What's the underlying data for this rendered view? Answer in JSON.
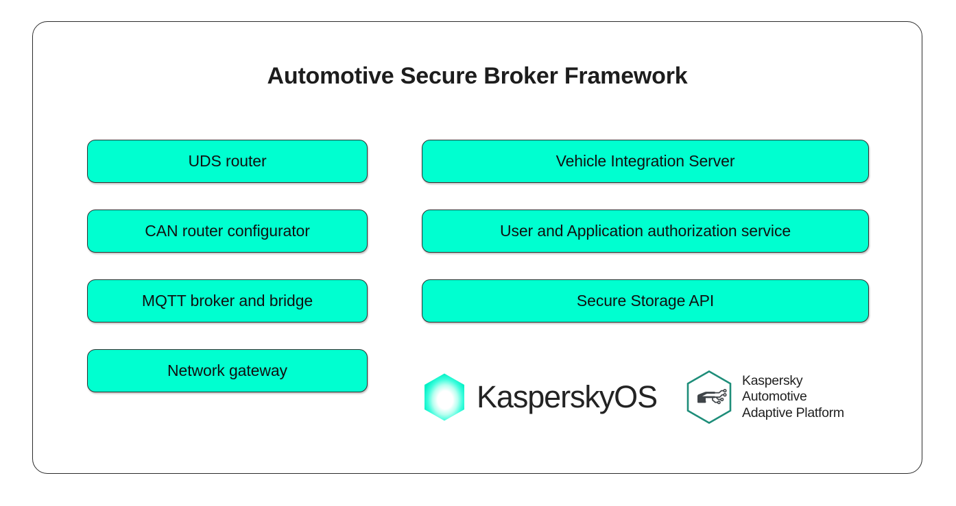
{
  "diagram": {
    "title": "Automotive Secure Broker Framework",
    "frame_border_color": "#2a2a2a",
    "box_fill_color": "#00FFD0",
    "box_border_color": "#2f2f2f",
    "text_color": "#101010"
  },
  "left_column": {
    "items": [
      {
        "label": "UDS router"
      },
      {
        "label": "CAN router configurator"
      },
      {
        "label": "MQTT broker and bridge"
      },
      {
        "label": "Network gateway"
      }
    ]
  },
  "right_column": {
    "items": [
      {
        "label": "Vehicle Integration Server"
      },
      {
        "label": "User and Application authorization service"
      },
      {
        "label": "Secure Storage API"
      }
    ]
  },
  "logos": {
    "kasperskyos": {
      "wordmark": "KasperskyOS",
      "icon": "hexagon-glow-icon",
      "accent_color": "#00F5C8"
    },
    "kaspersky_automotive": {
      "icon": "car-circuit-hexagon-icon",
      "accent_color": "#1E8D79",
      "line1": "Kaspersky",
      "line2": "Automotive",
      "line3": "Adaptive Platform"
    }
  }
}
